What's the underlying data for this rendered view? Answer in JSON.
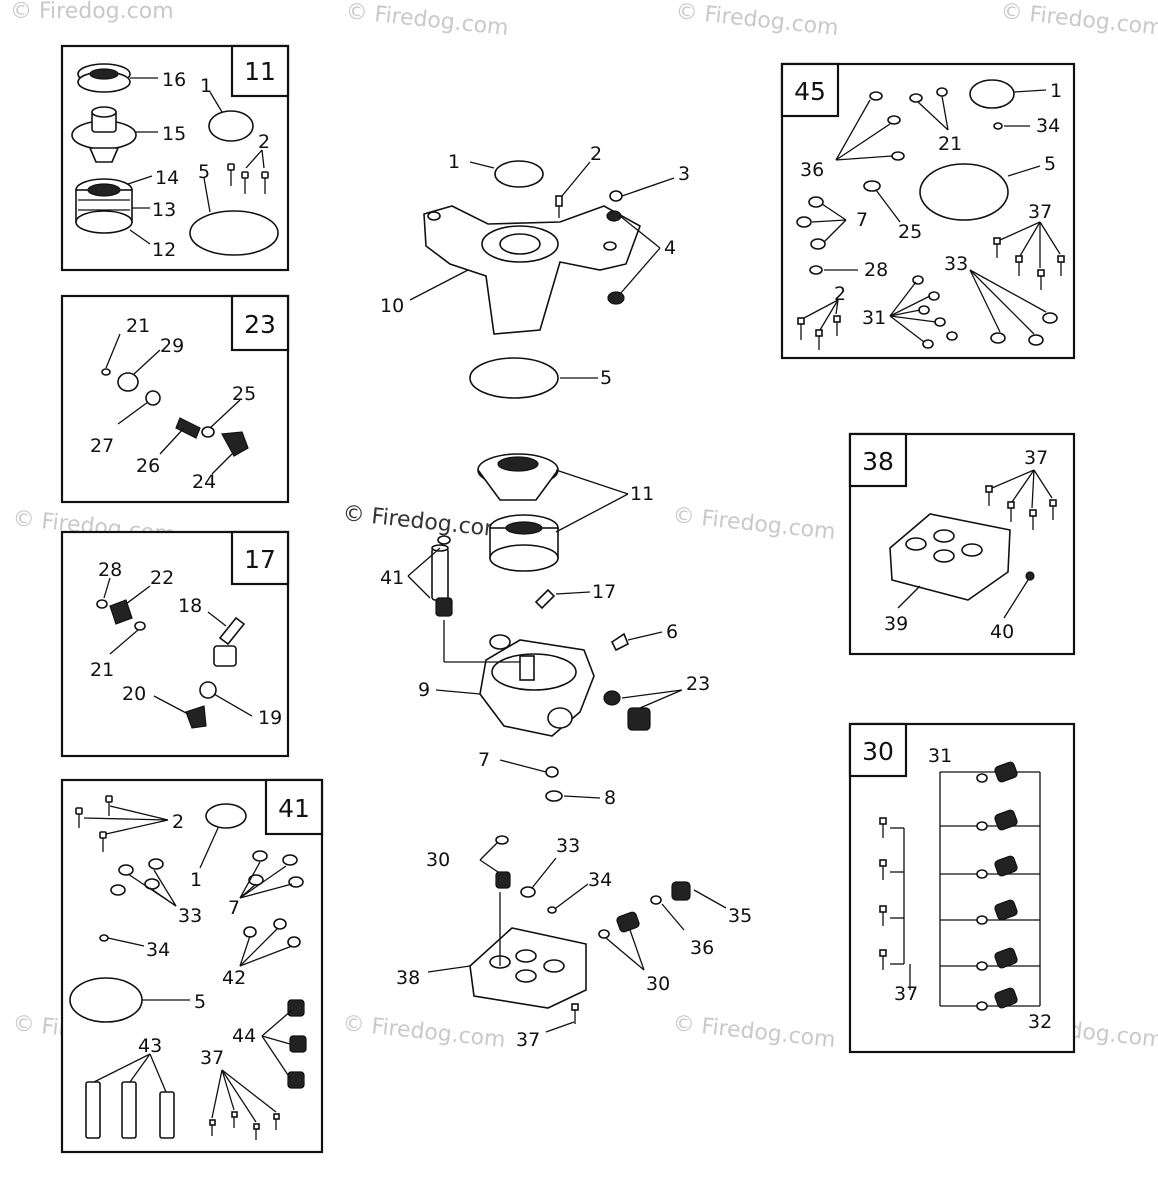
{
  "watermarks": {
    "top_left": "© Firedog.com",
    "top_mid": "© Firedog.com",
    "top_right": "© Firedog.com",
    "top_far_right": "© Firedog.com",
    "mid_left": "© Firedog.com",
    "mid_center": "© Firedog.com",
    "mid_right": "© Firedog.com",
    "bottom_left": "© Firedog.com",
    "bottom_center": "© Firedog.com",
    "bottom_right": "© Firedog.com",
    "bottom_far_right": "© Firedog.com"
  },
  "kits": {
    "k11": {
      "number": "11",
      "callouts": [
        "16",
        "15",
        "14",
        "13",
        "12",
        "1",
        "2",
        "5"
      ]
    },
    "k23": {
      "number": "23",
      "callouts": [
        "21",
        "29",
        "25",
        "27",
        "26",
        "24"
      ]
    },
    "k17": {
      "number": "17",
      "callouts": [
        "28",
        "22",
        "18",
        "21",
        "20",
        "19"
      ]
    },
    "k41": {
      "number": "41",
      "callouts": [
        "2",
        "1",
        "33",
        "7",
        "34",
        "42",
        "5",
        "44",
        "43",
        "37"
      ]
    },
    "k45": {
      "number": "45",
      "callouts": [
        "1",
        "21",
        "34",
        "36",
        "5",
        "7",
        "25",
        "37",
        "28",
        "33",
        "2",
        "31"
      ]
    },
    "k38": {
      "number": "38",
      "callouts": [
        "37",
        "39",
        "40"
      ]
    },
    "k30": {
      "number": "30",
      "callouts": [
        "31",
        "37",
        "32"
      ]
    }
  },
  "main_callouts": {
    "c1": "1",
    "c2": "2",
    "c3": "3",
    "c4": "4",
    "c10": "10",
    "c5": "5",
    "c11": "11",
    "c41": "41",
    "c17": "17",
    "c6": "6",
    "c23": "23",
    "c9": "9",
    "c7": "7",
    "c8": "8",
    "c30a": "30",
    "c33": "33",
    "c34": "34",
    "c35": "35",
    "c36": "36",
    "c38": "38",
    "c30b": "30",
    "c37": "37"
  }
}
